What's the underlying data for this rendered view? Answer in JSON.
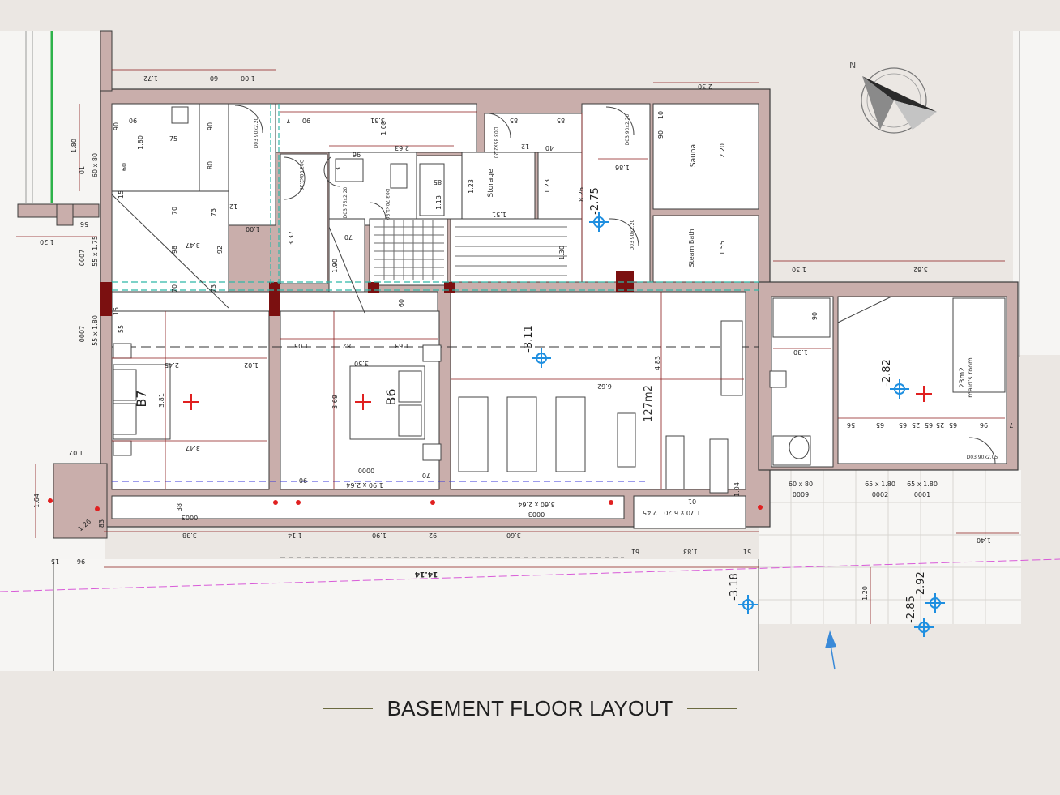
{
  "title": "BASEMENT FLOOR LAYOUT",
  "colors": {
    "background": "#ebe7e3",
    "wall": "#c9aeab",
    "wall_stroke": "#3a3a3a",
    "floor": "#ffffff",
    "dimension": "#8b1a1a",
    "column": "#7b1010",
    "level_marker": "#1f8fe0",
    "cross": "#e02020",
    "grid_line_cyan": "#2fb8a8",
    "grid_line_magenta": "#d85ad8",
    "green_line": "#2db24a"
  },
  "rooms": {
    "b7": "B7",
    "b6": "B6",
    "storage": "Storage",
    "sauna": "Sauna",
    "steam_bath": "Steam Bath",
    "gym_area": "127m2",
    "maids_room": "maid's room",
    "maids_area": "23m2"
  },
  "levels": {
    "corridor": "-2.75",
    "gym": "-3.11",
    "maid": "-2.82",
    "court": "-3.18",
    "terrace_a": "-2.92",
    "terrace_b": "-2.85"
  },
  "doors": {
    "d03_90x220_a": "D03 90x2.20",
    "d03_90x220_b": "D03 90x2.20",
    "d03_90x220_c": "D03 90x2.20",
    "d03_90x220_d": "D03 90x2.20",
    "d03_85x220": "D03 85x2.20",
    "d03_75x220": "D03 75x2.20",
    "d03_70x150": "D03 70x1.50",
    "d03_90x205": "D03 90x2.05"
  },
  "windows": {
    "w0007_a": "0007",
    "w0007_a_size": "55 x 1.75",
    "w0007_b": "0007",
    "w0007_b_size": "55 x 1.80",
    "w0009": "0009",
    "w0009_size": "60 x 80",
    "w0002": "0002",
    "w0002_size": "65 x 1.80",
    "w0001": "0001",
    "w0001_size": "65 x 1.80",
    "w60x80": "60 x 80",
    "w01": "01",
    "w0000": "0000",
    "w0000_size": "1.90 x 2.64",
    "w0003_a": "0003",
    "w0003_b": "0003",
    "w0003_b_size": "3.60 x 2.64",
    "w01_b": "01",
    "w01_b_size": "1.70 x 6.20"
  },
  "dimensions": {
    "d_172": "1.72",
    "d_60": "60",
    "d_100": "1.00",
    "d_230": "2.30",
    "d_180a": "1.80",
    "d_180b": "1.80",
    "d_90a": "90",
    "d_90b": "90",
    "d_75": "75",
    "d_60b": "60",
    "d_80": "80",
    "d_15": "15",
    "d_12": "12",
    "d_331": "3.31",
    "d_108": "1.08",
    "d_90c": "90",
    "d_7": "7",
    "d_263": "2.63",
    "d_85a": "85",
    "d_85b": "85",
    "d_10": "10",
    "d_40": "40",
    "d_12b": "12",
    "d_186": "1.86",
    "d_220": "2.20",
    "d_90d": "90",
    "d_96": "96",
    "d_31": "31",
    "d_113": "1.13",
    "d_123a": "1.23",
    "d_151": "1.51",
    "d_123b": "1.23",
    "d_826": "8.26",
    "d_155": "1.55",
    "d_130a": "1.30",
    "d_362": "3.62",
    "d_70a": "70",
    "d_73a": "73",
    "d_56": "56",
    "d_120": "1.20",
    "d_100b": "1.00",
    "d_347a": "3.47",
    "d_98": "98",
    "d_92": "92",
    "d_70b": "70",
    "d_73b": "73",
    "d_337": "3.37",
    "d_70c": "70",
    "d_190": "1.90",
    "d_130b": "1.30",
    "d_60c": "60",
    "d_55": "55",
    "d_245": "2.45",
    "d_102a": "1.02",
    "d_381": "3.81",
    "d_347b": "3.47",
    "d_105": "1.05",
    "d_82": "82",
    "d_163": "1.63",
    "d_350": "3.50",
    "d_369": "3.69",
    "d_311_gym": "6.62",
    "d_483": "4.83",
    "d_90e": "90",
    "d_130c": "1.30",
    "d_102b": "1.02",
    "d_164": "1.64",
    "d_126": "1.26",
    "d_83": "83",
    "d_90f": "90",
    "d_70d": "70",
    "d_338": "3.38",
    "d_114": "1.14",
    "d_190b": "1.90",
    "d_92b": "92",
    "d_360": "3.60",
    "d_245b": "2.45",
    "d_183": "1.83",
    "d_51": "51",
    "d_61": "61",
    "d_104": "1.04",
    "d_1414": "14.14",
    "d_96b": "96",
    "d_15b": "15",
    "d_140": "1.40",
    "d_120b": "1.20",
    "d_65a": "65",
    "d_65b": "65",
    "d_56b": "56",
    "d_25a": "25",
    "d_65c": "65",
    "d_25b": "25",
    "d_65d": "65",
    "d_96c": "96",
    "d_7b": "7",
    "d_38": "38",
    "d_15c": "15"
  }
}
